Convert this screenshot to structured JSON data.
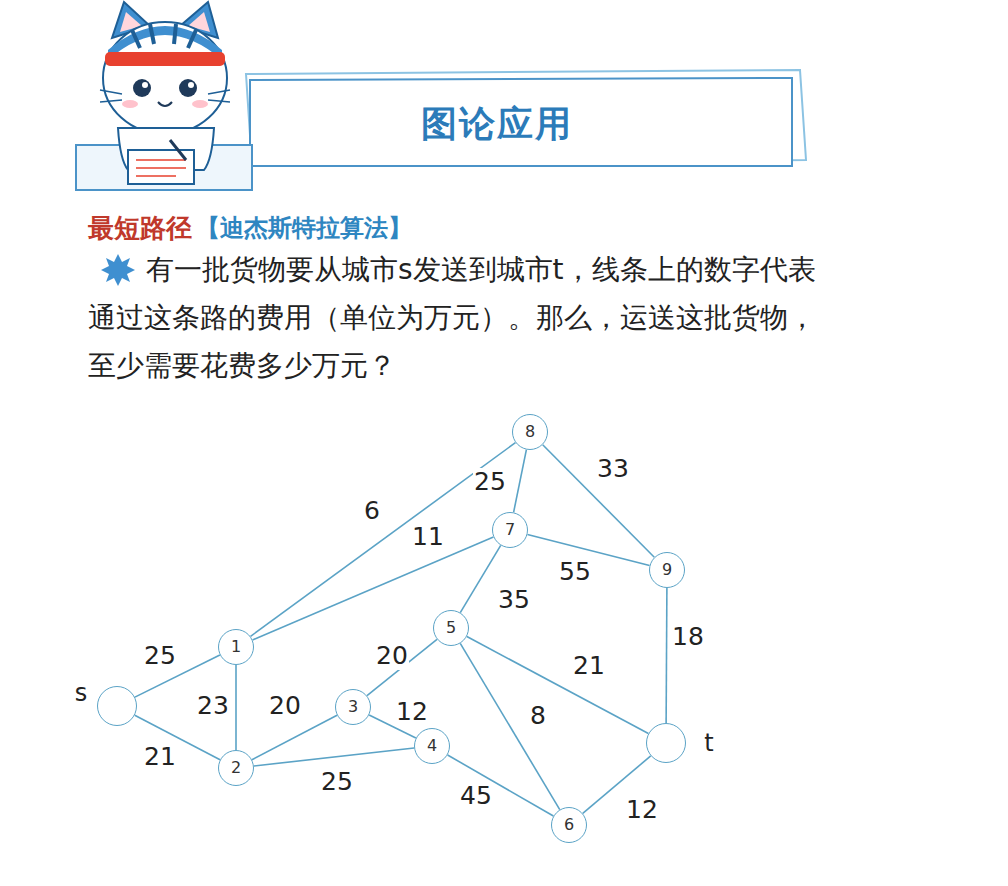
{
  "diagram": {
    "title": "图论应用",
    "nodes": [
      {
        "text": [
          "s"
        ]
      },
      {
        "text": [
          "1"
        ]
      },
      {
        "text": [
          "2"
        ]
      },
      {
        "text": [
          "3"
        ]
      },
      {
        "text": [
          "4"
        ]
      },
      {
        "text": [
          "5"
        ]
      },
      {
        "text": [
          "6"
        ]
      },
      {
        "text": [
          "7"
        ]
      },
      {
        "text": [
          "8"
        ]
      },
      {
        "text": [
          "9"
        ]
      },
      {
        "text": [
          "t"
        ]
      }
    ],
    "edges": [
      {
        "from": 0,
        "to": 1,
        "label": "25",
        "arrow": "none"
      },
      {
        "from": 0,
        "to": 2,
        "label": "21",
        "arrow": "none"
      },
      {
        "from": 1,
        "to": 2,
        "label": "23",
        "arrow": "none"
      },
      {
        "from": 1,
        "to": 8,
        "label": "6",
        "arrow": "none"
      },
      {
        "from": 1,
        "to": 7,
        "label": "11",
        "arrow": "none"
      },
      {
        "from": 8,
        "to": 7,
        "label": "25",
        "arrow": "none"
      },
      {
        "from": 8,
        "to": 9,
        "label": "33",
        "arrow": "none"
      },
      {
        "from": 7,
        "to": 9,
        "label": "55",
        "arrow": "none"
      },
      {
        "from": 7,
        "to": 5,
        "label": "35",
        "arrow": "none"
      },
      {
        "from": 2,
        "to": 3,
        "label": "20",
        "arrow": "none"
      },
      {
        "from": 2,
        "to": 4,
        "label": "25",
        "arrow": "none"
      },
      {
        "from": 3,
        "to": 5,
        "label": "20",
        "arrow": "none"
      },
      {
        "from": 3,
        "to": 4,
        "label": "12",
        "arrow": "none"
      },
      {
        "from": 5,
        "to": 10,
        "label": "21",
        "arrow": "none"
      },
      {
        "from": 5,
        "to": 6,
        "label": "8",
        "arrow": "none"
      },
      {
        "from": 4,
        "to": 6,
        "label": "45",
        "arrow": "none"
      },
      {
        "from": 9,
        "to": 10,
        "label": "18",
        "arrow": "none"
      },
      {
        "from": 6,
        "to": 10,
        "label": "12",
        "arrow": "none"
      }
    ],
    "labels": [
      "最短路径",
      "【迪杰斯特拉算法】",
      "有一批货物要从城市s发送到城市t，线条上的数字代表通过这条路的费用（单位为万元）。那么，运送这批货物，至少需要花费多少万元？"
    ]
  }
}
